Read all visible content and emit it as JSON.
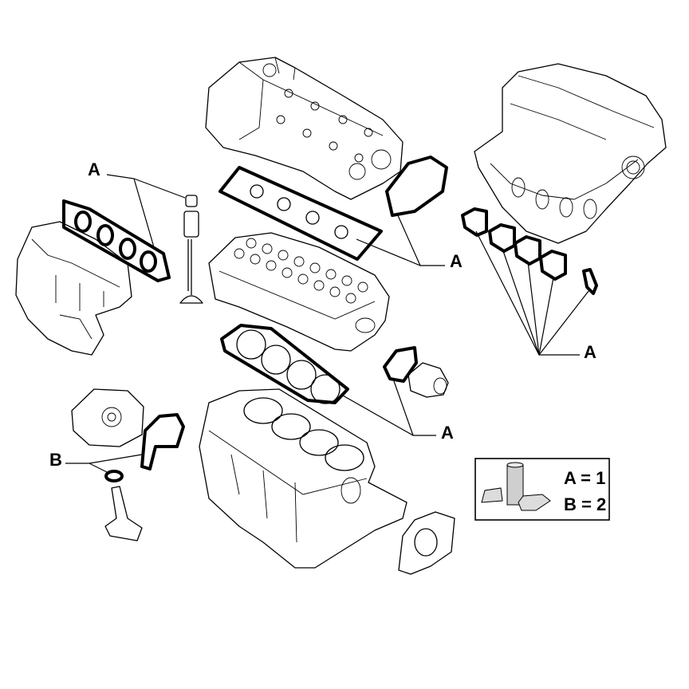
{
  "callouts": [
    {
      "id": "a-manifold",
      "label": "A"
    },
    {
      "id": "a-head-cover",
      "label": "A"
    },
    {
      "id": "a-intake",
      "label": "A"
    },
    {
      "id": "a-head-gasket",
      "label": "A"
    },
    {
      "id": "b-seal",
      "label": "B"
    }
  ],
  "legend": {
    "line_a": "A = 1",
    "line_b": "B = 2",
    "icon": "sealant-tube-and-can-icon"
  },
  "colors": {
    "ink": "#000000",
    "background": "#ffffff",
    "shade": "#cfcfcf"
  }
}
